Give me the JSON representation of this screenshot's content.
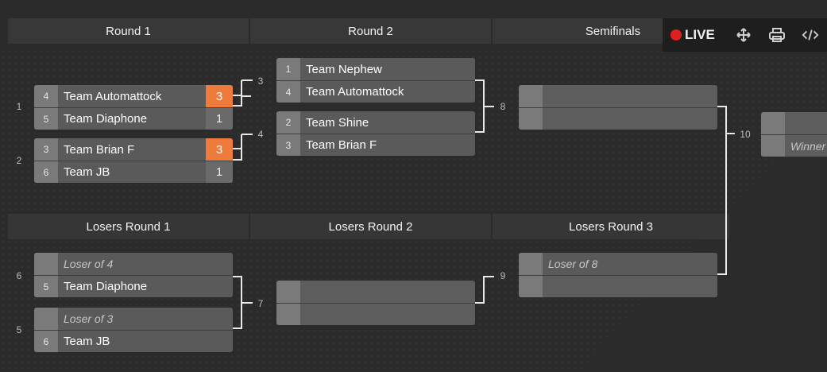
{
  "headers": {
    "round1": "Round 1",
    "round2": "Round 2",
    "semifinals": "Semifinals",
    "losers_round1": "Losers Round 1",
    "losers_round2": "Losers Round 2",
    "losers_round3": "Losers Round 3"
  },
  "toolbar": {
    "live_label": "LIVE",
    "icons": [
      "record-dot-icon",
      "move-icon",
      "print-icon",
      "embed-code-icon"
    ],
    "live_color": "#e01e1e"
  },
  "colors": {
    "accent_win": "#ee7a3c",
    "background": "#2b2b2b"
  },
  "matches": {
    "m1": {
      "number": "1",
      "top": {
        "seed": "4",
        "name": "Team Automattock",
        "score": "3"
      },
      "bottom": {
        "seed": "5",
        "name": "Team Diaphone",
        "score": "1"
      }
    },
    "m2": {
      "number": "2",
      "top": {
        "seed": "3",
        "name": "Team Brian F",
        "score": "3"
      },
      "bottom": {
        "seed": "6",
        "name": "Team JB",
        "score": "1"
      }
    },
    "m3": {
      "number": "3",
      "top": {
        "seed": "1",
        "name": "Team Nephew"
      },
      "bottom": {
        "seed": "4",
        "name": "Team Automattock"
      }
    },
    "m4": {
      "number": "4",
      "top": {
        "seed": "2",
        "name": "Team Shine"
      },
      "bottom": {
        "seed": "3",
        "name": "Team Brian F"
      }
    },
    "m8": {
      "number": "8"
    },
    "m10": {
      "number": "10",
      "bottom_placeholder": "Winner"
    },
    "m6": {
      "number": "6",
      "top": {
        "placeholder": "Loser of 4"
      },
      "bottom": {
        "seed": "5",
        "name": "Team Diaphone"
      }
    },
    "m5": {
      "number": "5",
      "top": {
        "placeholder": "Loser of 3"
      },
      "bottom": {
        "seed": "6",
        "name": "Team JB"
      }
    },
    "m7": {
      "number": "7"
    },
    "m9": {
      "number": "9",
      "top_placeholder": "Loser of 8"
    }
  }
}
